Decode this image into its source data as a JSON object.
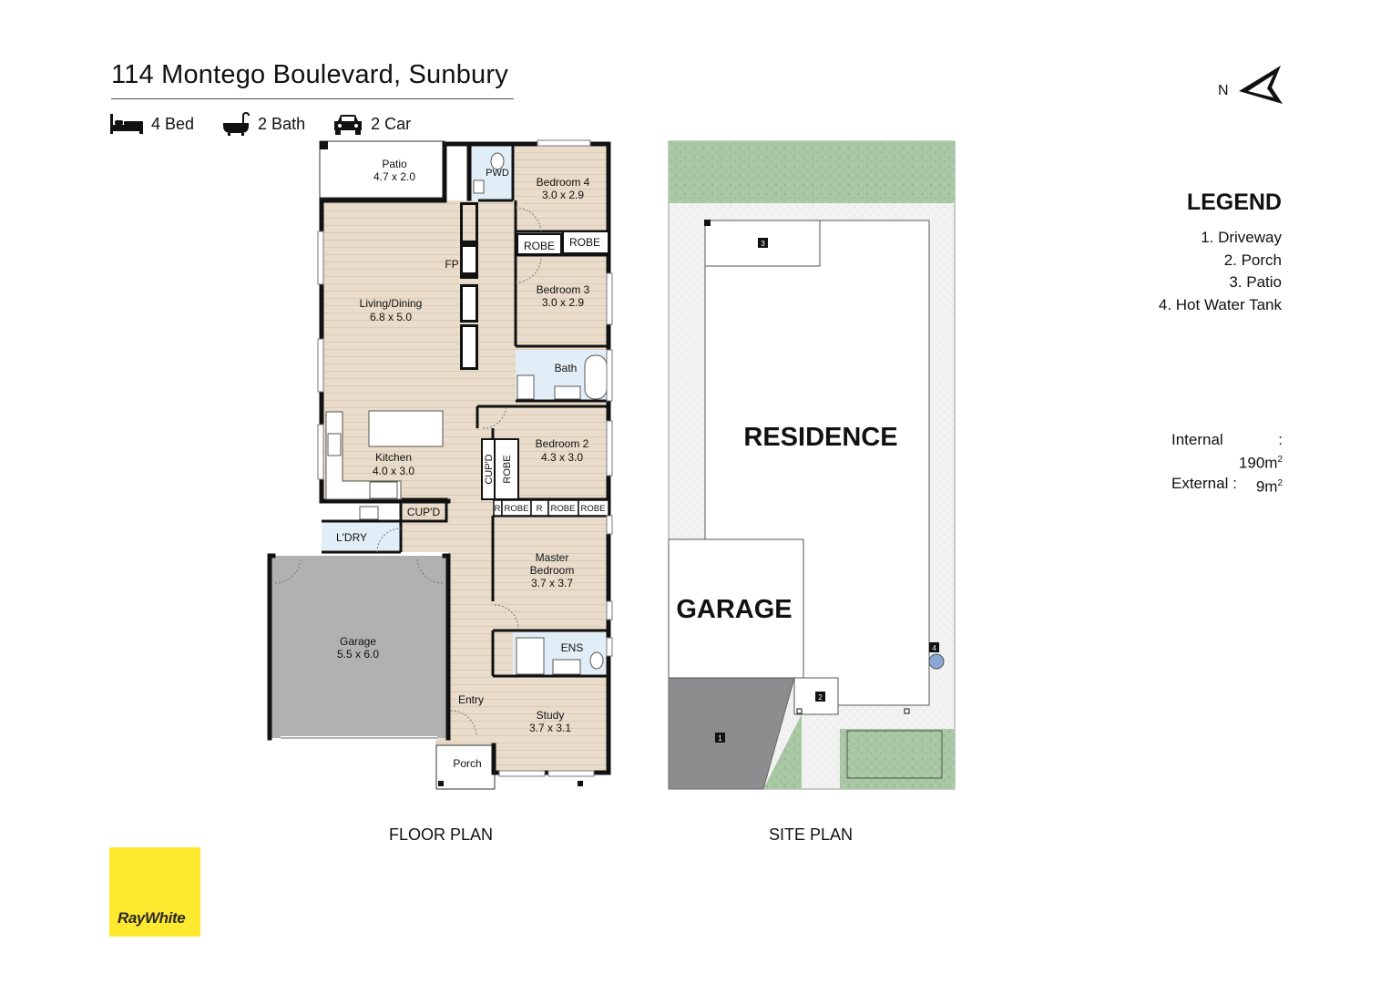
{
  "header": {
    "address": "114 Montego Boulevard, Sunbury",
    "beds": "4 Bed",
    "baths": "2 Bath",
    "cars": "2 Car"
  },
  "compass": {
    "label": "N"
  },
  "legend": {
    "title": "LEGEND",
    "items": [
      "1. Driveway",
      "2. Porch",
      "3. Patio",
      "4. Hot Water Tank"
    ]
  },
  "areas": {
    "internal_label": "Internal",
    "internal_value": ": 190m",
    "external_label": "External :",
    "external_value": "9m",
    "unit_exp": "2"
  },
  "floor_plan": {
    "caption": "FLOOR PLAN",
    "rooms": {
      "patio": {
        "name": "Patio",
        "size": "4.7 x 2.0"
      },
      "pwd": {
        "name": "PWD"
      },
      "bed4": {
        "name": "Bedroom 4",
        "size": "3.0 x 2.9"
      },
      "robe_a": {
        "name": "ROBE"
      },
      "robe_b": {
        "name": "ROBE"
      },
      "fp": {
        "name": "FP"
      },
      "bed3": {
        "name": "Bedroom 3",
        "size": "3.0 x 2.9"
      },
      "living": {
        "name": "Living/Dining",
        "size": "6.8 x 5.0"
      },
      "bath": {
        "name": "Bath"
      },
      "bed2": {
        "name": "Bedroom 2",
        "size": "4.3 x 3.0"
      },
      "kitchen": {
        "name": "Kitchen",
        "size": "4.0 x 3.0"
      },
      "cupd_v": {
        "name": "CUP'D"
      },
      "robe_v": {
        "name": "ROBE"
      },
      "cupd": {
        "name": "CUP'D"
      },
      "laundry": {
        "name": "L'DRY"
      },
      "robe_row": [
        "R",
        "ROBE",
        "R",
        "ROBE",
        "ROBE"
      ],
      "master": {
        "name1": "Master",
        "name2": "Bedroom",
        "size": "3.7 x 3.7"
      },
      "garage": {
        "name": "Garage",
        "size": "5.5 x 6.0"
      },
      "ens": {
        "name": "ENS"
      },
      "entry": {
        "name": "Entry"
      },
      "study": {
        "name": "Study",
        "size": "3.7 x 3.1"
      },
      "porch": {
        "name": "Porch"
      }
    }
  },
  "site_plan": {
    "caption": "SITE PLAN",
    "residence": "RESIDENCE",
    "garage": "GARAGE",
    "markers": [
      "1",
      "2",
      "3",
      "4"
    ]
  },
  "brand": {
    "logo_text": "RayWhite",
    "color": "#ffe92e"
  },
  "colors": {
    "floor_wood": "#e9dccb",
    "wet_area": "#e2eef7",
    "garage": "#b1b1b3",
    "lawn": "#a8c8a4",
    "driveway": "#8d8d8f",
    "gravel": "#eeeeee"
  }
}
